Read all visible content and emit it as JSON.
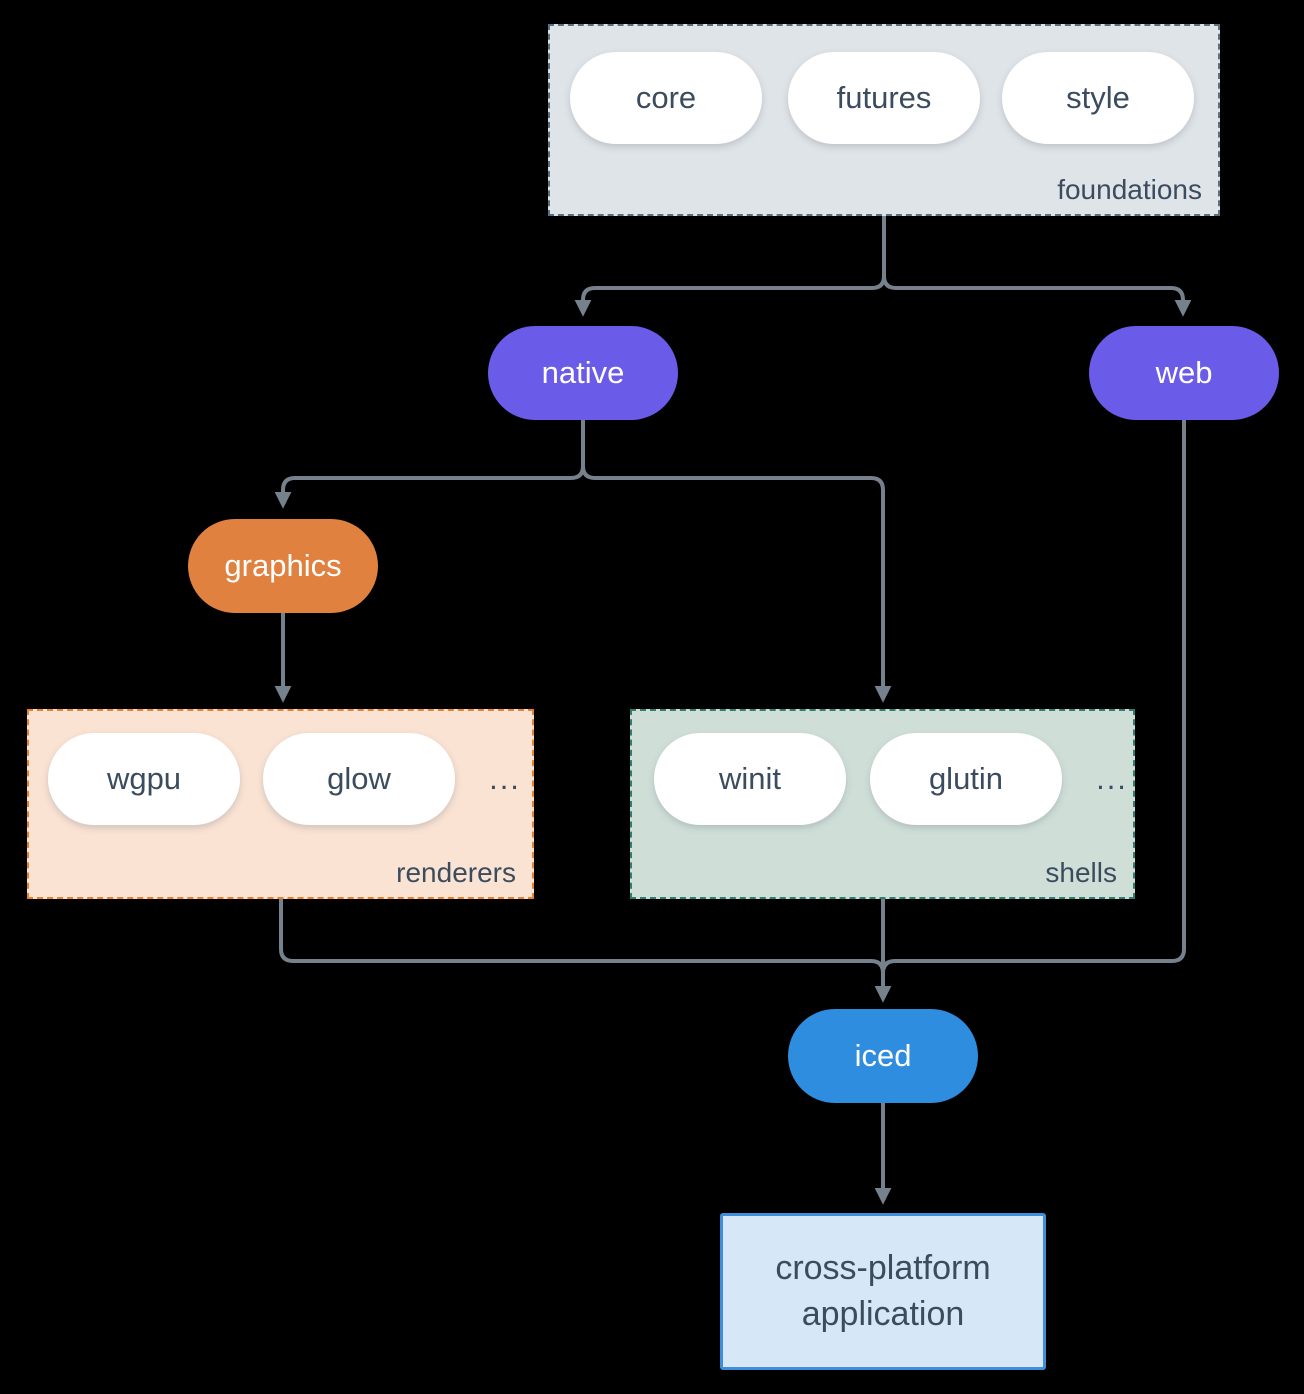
{
  "groups": {
    "foundations": {
      "label": "foundations",
      "pills": [
        {
          "label": "core"
        },
        {
          "label": "futures"
        },
        {
          "label": "style"
        }
      ]
    },
    "renderers": {
      "label": "renderers",
      "pills": [
        {
          "label": "wgpu"
        },
        {
          "label": "glow"
        }
      ],
      "ellipsis": "..."
    },
    "shells": {
      "label": "shells",
      "pills": [
        {
          "label": "winit"
        },
        {
          "label": "glutin"
        }
      ],
      "ellipsis": "..."
    }
  },
  "nodes": {
    "native": {
      "label": "native"
    },
    "web": {
      "label": "web"
    },
    "graphics": {
      "label": "graphics"
    },
    "iced": {
      "label": "iced"
    },
    "application": {
      "label": "cross-platform application"
    }
  },
  "colors": {
    "background": "#000000",
    "connector": "#76818E",
    "node_purple": "#6A5BE9",
    "node_orange": "#E08140",
    "node_blue": "#2E8DDE",
    "pill_fill": "#FFFFFF",
    "text_dark": "#3B4C5E",
    "text_light": "#FFFFFF",
    "foundations_fill": "#DFE4E8",
    "foundations_border": "#5C6F7F",
    "renderers_fill": "#FAE3D3",
    "renderers_border": "#E8822E",
    "shells_fill": "#CFDFD8",
    "shells_border": "#2F7D6E",
    "application_fill": "#D6E8F8",
    "application_border": "#3E8EDC"
  }
}
